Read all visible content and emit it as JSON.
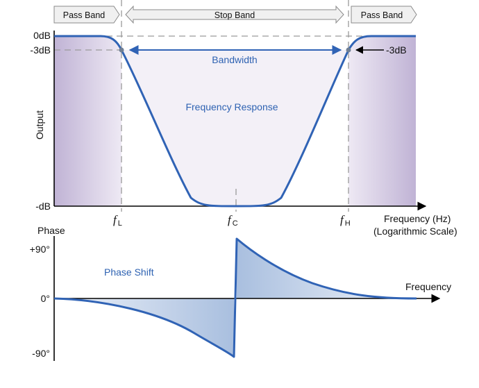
{
  "colors": {
    "curve": "#3063b5",
    "label_blue": "#2e62b2",
    "passband_fill": "#e6dfee",
    "passband_fill_deep": "#c2b6d6",
    "phase_fill": "#c9d6ea",
    "guide": "#9a9a9a",
    "axis": "#000000",
    "band_box_fill": "#f0f0f0",
    "band_box_stroke": "#8a8a8a"
  },
  "bands": {
    "left_pass": "Pass Band",
    "stop": "Stop Band",
    "right_pass": "Pass Band"
  },
  "magnitude_plot": {
    "y_ticks": [
      "0dB",
      "-3dB",
      "-dB"
    ],
    "y_axis_label": "Output",
    "title": "Frequency Response",
    "bandwidth_label": "Bandwidth",
    "minus3db_callout": "-3dB",
    "x_axis_label_line1": "Frequency (Hz)",
    "x_axis_label_line2": "(Logarithmic Scale)",
    "freq_markers": [
      {
        "symbol": "f",
        "sub": "L"
      },
      {
        "symbol": "f",
        "sub": "C"
      },
      {
        "symbol": "f",
        "sub": "H"
      }
    ]
  },
  "phase_plot": {
    "axis_label": "Phase",
    "y_ticks": [
      "+90°",
      "0°",
      "-90°"
    ],
    "title": "Phase Shift",
    "x_axis_label": "Frequency"
  }
}
